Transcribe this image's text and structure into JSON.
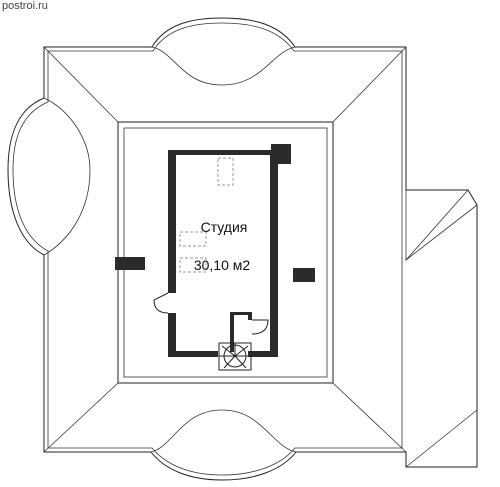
{
  "site": {
    "watermark": "postroi.ru"
  },
  "room": {
    "name": "Студия",
    "area": "30,10 м2"
  },
  "colors": {
    "wall": "#2b2b2b",
    "line": "#222222",
    "background": "#ffffff"
  }
}
